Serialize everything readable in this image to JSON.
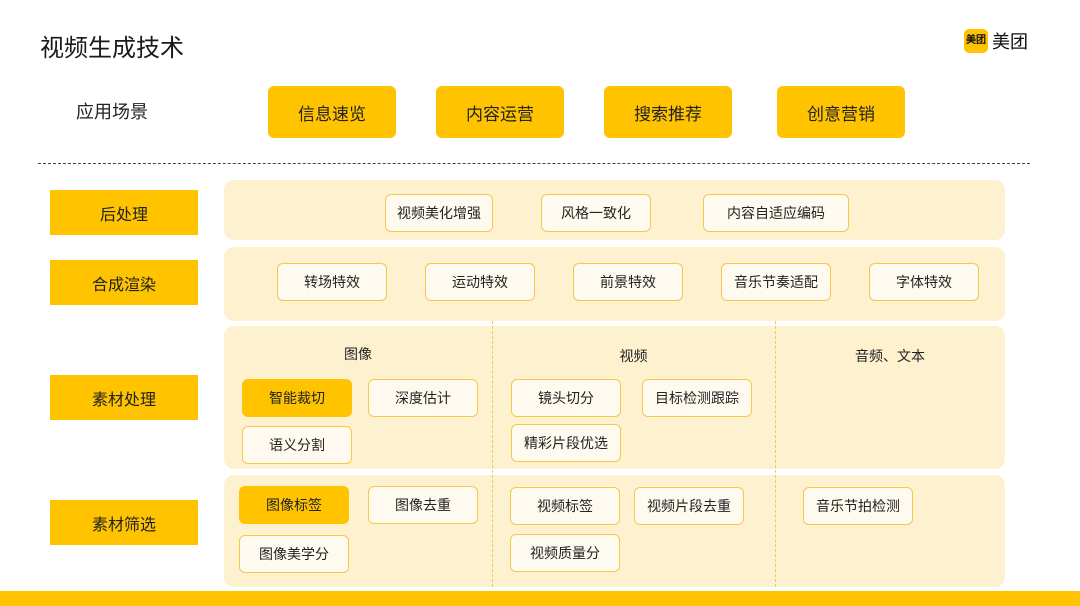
{
  "title": "视频生成技术",
  "logo": {
    "mark": "美团",
    "text": "美团"
  },
  "scenes": {
    "label": "应用场景",
    "items": [
      "信息速览",
      "内容运营",
      "搜索推荐",
      "创意营销"
    ]
  },
  "post_processing": {
    "label": "后处理",
    "items": [
      "视频美化增强",
      "风格一致化",
      "内容自适应编码"
    ]
  },
  "compositing": {
    "label": "合成渲染",
    "items": [
      "转场特效",
      "运动特效",
      "前景特效",
      "音乐节奏适配",
      "字体特效"
    ]
  },
  "material_processing": {
    "label": "素材处理",
    "columns": [
      "图像",
      "视频",
      "音频、文本"
    ],
    "image": [
      "智能裁切",
      "深度估计",
      "语义分割"
    ],
    "video": [
      "镜头切分",
      "目标检测跟踪",
      "精彩片段优选"
    ]
  },
  "material_filtering": {
    "label": "素材筛选",
    "image": [
      "图像标签",
      "图像去重",
      "图像美学分"
    ],
    "video": [
      "视频标签",
      "视频片段去重",
      "视频质量分"
    ],
    "audio_text": [
      "音乐节拍检测"
    ]
  },
  "colors": {
    "accent": "#ffc300",
    "panel": "#fdf1cf",
    "chip_border": "#f5c84a"
  }
}
